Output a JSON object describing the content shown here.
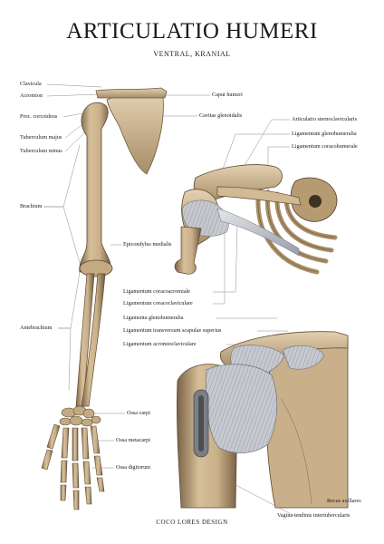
{
  "title": "ARTICULATIO HUMERI",
  "subtitle": "VENTRAL, KRANIAL",
  "labels": {
    "clavicula": "Clavicula",
    "acromion": "Acromion",
    "proc_coracoideus": "Proc. corcoideus",
    "tuberculum_majus": "Tuberculum majus",
    "tuberculum_minus": "Tuberculum minus",
    "brachium": "Brachium",
    "antebrachium": "Antebrachium",
    "caput_humeri": "Caput humeri",
    "cavitas_glenoidalis": "Cavitas glenoidalis",
    "epicondylus_medialis": "Epicondylus medialis",
    "ossa_carpi": "Ossa carpi",
    "ossa_metacarpi": "Ossa metacarpi",
    "ossa_digitorum": "Ossa digitorum",
    "articulatio_sternoclavicularis": "Articulatio sternoclavicularis",
    "ligamentum_glenohumeralia": "Ligamentum glenohumeralia",
    "ligamentum_coracohumerale": "Ligamentum coracohumerale",
    "ligamentum_coracoacromiale": "Ligamentum coracoacromiale",
    "ligamentum_coracoclaviculare": "Ligamentum coracoclaviculare",
    "ligamenta_glenohumeralia": "Ligamenta glenohumeralia",
    "ligamentum_transversum": "Ligamentum transversum scapulae superius",
    "ligamentum_acromioclaviculare": "Ligamentum acromioclaviculare",
    "recus_axillares": "Recus axillares",
    "vagina_tendinis": "Vagina tendinis intertubercularis"
  },
  "footer": "COCO LORES DESIGN",
  "colors": {
    "bone": "#c9b08a",
    "bone_dark": "#7a6246",
    "bone_light": "#e8d8bc",
    "ligament": "#b9bcc4",
    "leader_line": "#8c8c8c"
  }
}
